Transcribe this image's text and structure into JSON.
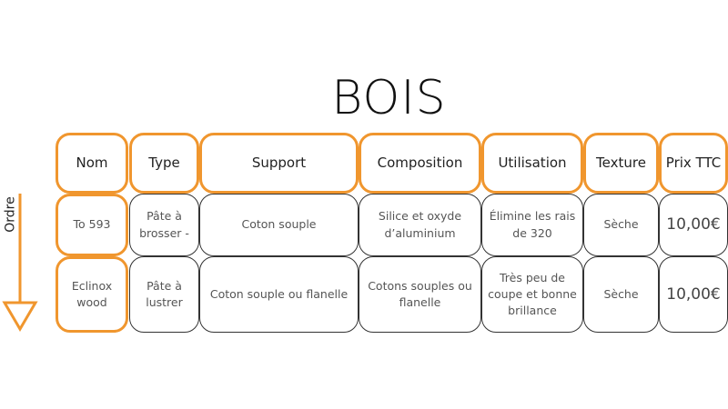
{
  "title": "BOIS",
  "order_label": "Ordre",
  "accent_color": "#f0962e",
  "headers": [
    "Nom",
    "Type",
    "Support",
    "Composition",
    "Utilisation",
    "Texture",
    "Prix TTC"
  ],
  "rows": [
    [
      "To 593",
      "Pâte à brosser -",
      "Coton souple",
      "Silice et oxyde d’aluminium",
      "Élimine les rais de 320",
      "Sèche",
      "10,00€"
    ],
    [
      "Eclinox wood",
      "Pâte à lustrer",
      "Coton souple ou flanelle",
      "Cotons souples ou flanelle",
      "Très peu de coupe et bonne brillance",
      "Sèche",
      "10,00€"
    ]
  ]
}
